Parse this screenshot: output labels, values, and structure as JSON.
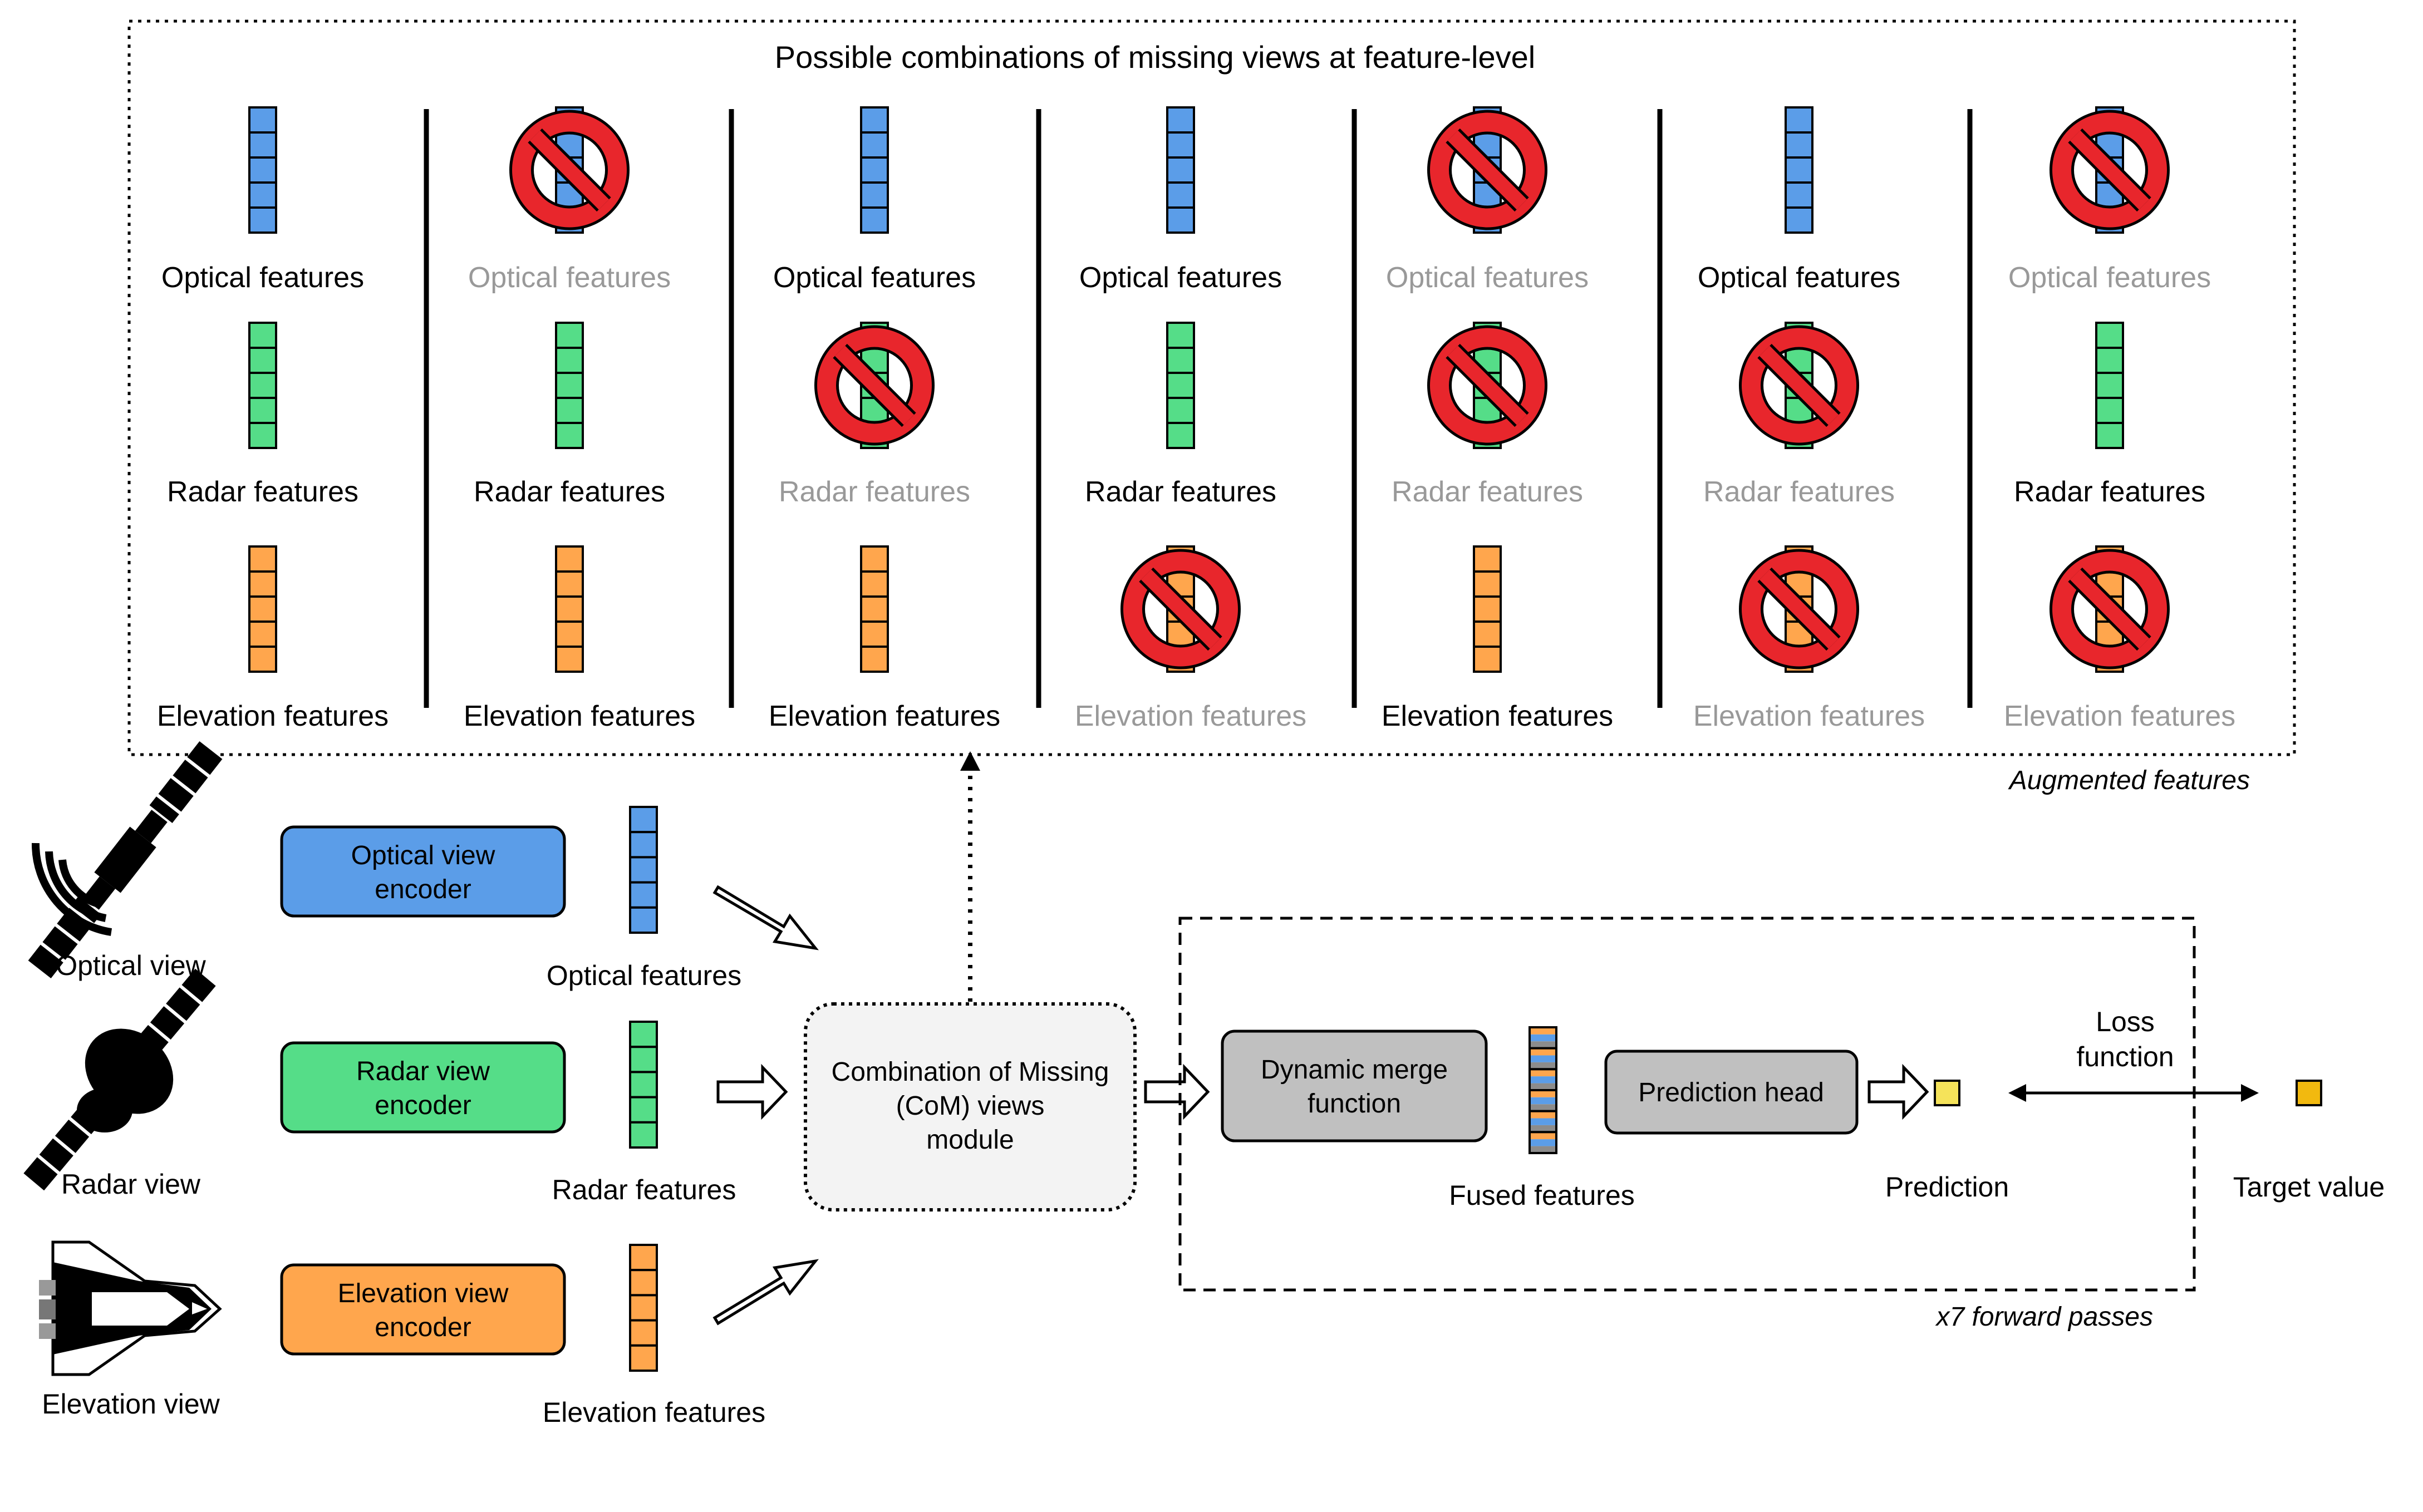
{
  "title": "Possible combinations of missing views at feature-level",
  "augmented_caption": "Augmented features",
  "forward_caption": "x7 forward passes",
  "colors": {
    "optical": "#5b9de8",
    "radar": "#55dd88",
    "elevation": "#ffa64d",
    "gray_box": "#c0c0c0",
    "com_box": "#f3f3f3",
    "prohibit_red": "#e8262c",
    "active_text": "#000000",
    "missing_text": "#999999",
    "prediction": "#f5e35a",
    "target": "#f2b90f"
  },
  "feature_labels": {
    "optical": "Optical features",
    "radar": "Radar features",
    "elevation": "Elevation features"
  },
  "combinations": [
    {
      "optical": true,
      "radar": true,
      "elevation": true
    },
    {
      "optical": false,
      "radar": true,
      "elevation": true
    },
    {
      "optical": true,
      "radar": false,
      "elevation": true
    },
    {
      "optical": true,
      "radar": true,
      "elevation": false
    },
    {
      "optical": false,
      "radar": false,
      "elevation": true
    },
    {
      "optical": true,
      "radar": false,
      "elevation": false
    },
    {
      "optical": false,
      "radar": true,
      "elevation": false
    }
  ],
  "views": {
    "optical": {
      "name": "Optical view",
      "encoder": [
        "Optical view",
        "encoder"
      ],
      "features": "Optical features",
      "icon": "satellite-signal-icon"
    },
    "radar": {
      "name": "Radar view",
      "encoder": [
        "Radar view",
        "encoder"
      ],
      "features": "Radar features",
      "icon": "radar-satellite-icon"
    },
    "elevation": {
      "name": "Elevation view",
      "encoder": [
        "Elevation view",
        "encoder"
      ],
      "features": "Elevation features",
      "icon": "space-shuttle-icon"
    }
  },
  "com_module": [
    "Combination of Missing",
    "(CoM) views",
    "module"
  ],
  "merge_box": [
    "Dynamic merge",
    "function"
  ],
  "fused_label": "Fused features",
  "prediction_head": "Prediction head",
  "prediction_label": "Prediction",
  "loss_label": [
    "Loss",
    "function"
  ],
  "target_label": "Target value"
}
